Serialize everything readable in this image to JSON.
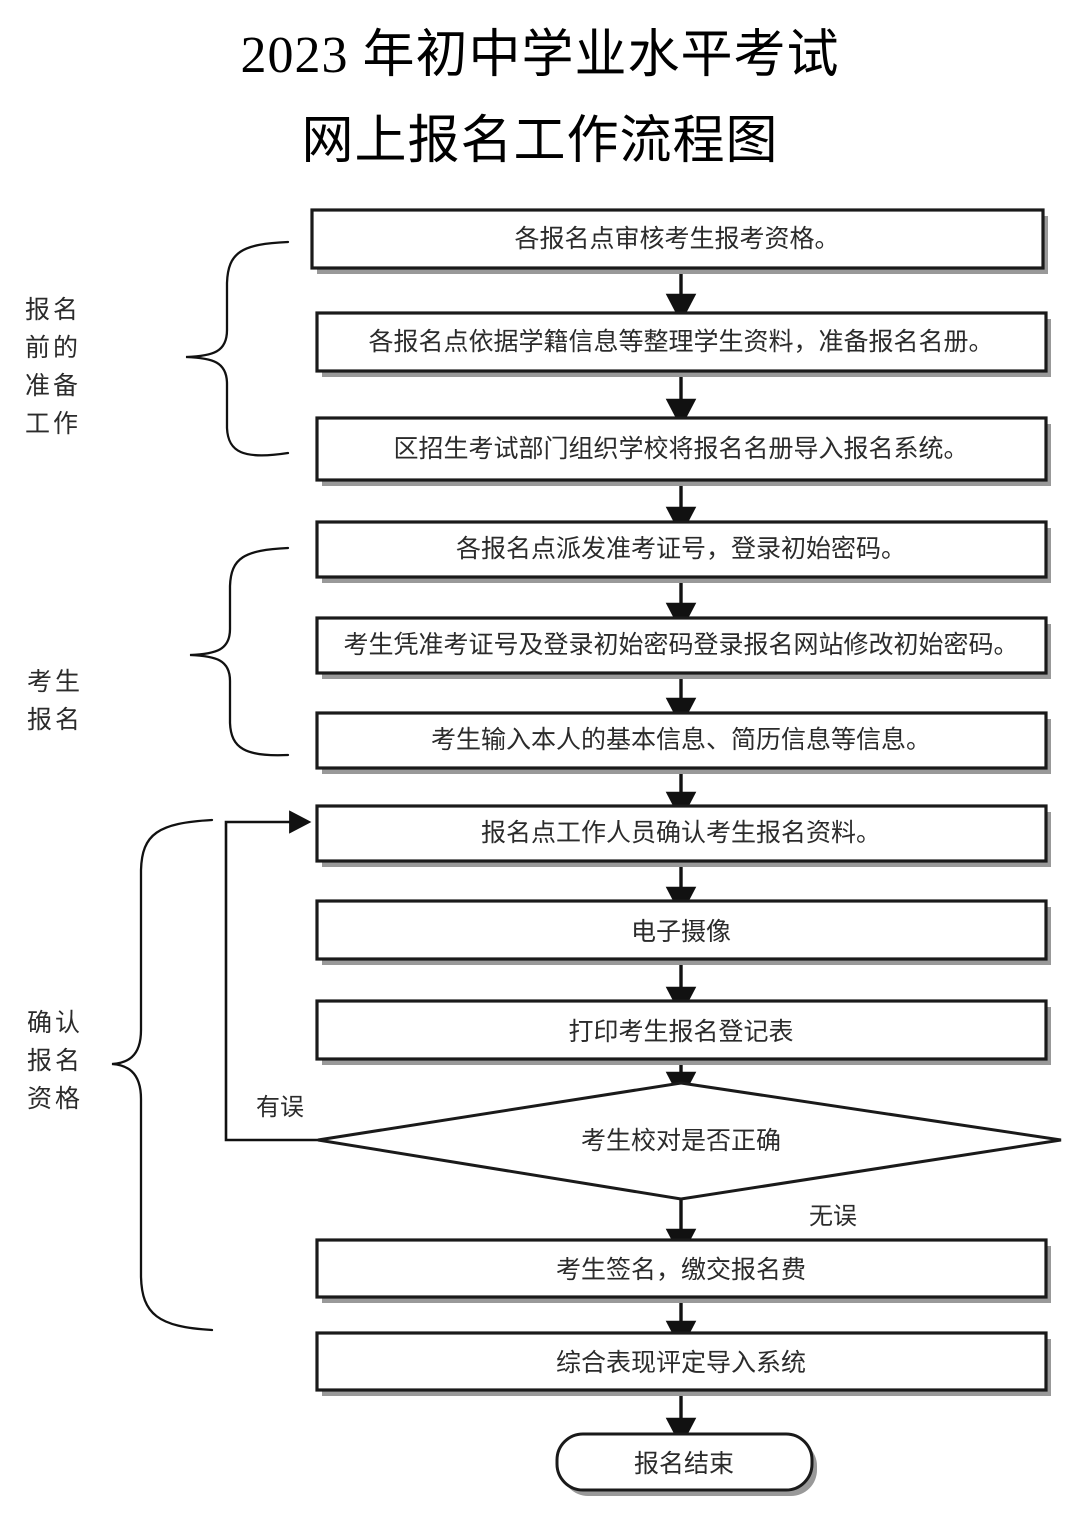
{
  "title": {
    "line1": "2023 年初中学业水平考试",
    "line2": "网上报名工作流程图"
  },
  "groups": [
    {
      "name": "pre-registration-preparation",
      "lines": [
        "报名",
        "前的",
        "准备",
        "工作"
      ]
    },
    {
      "name": "candidate-registration",
      "lines": [
        "考生",
        "报名"
      ]
    },
    {
      "name": "confirm-registration-qualification",
      "lines": [
        "确认",
        "报名",
        "资格"
      ]
    }
  ],
  "nodes": [
    {
      "id": "n1",
      "shape": "process",
      "text": "各报名点审核考生报考资格。"
    },
    {
      "id": "n2",
      "shape": "process",
      "text": "各报名点依据学籍信息等整理学生资料，准备报名名册。"
    },
    {
      "id": "n3",
      "shape": "process",
      "text": "区招生考试部门组织学校将报名名册导入报名系统。"
    },
    {
      "id": "n4",
      "shape": "process",
      "text": "各报名点派发准考证号，登录初始密码。"
    },
    {
      "id": "n5",
      "shape": "process",
      "text": "考生凭准考证号及登录初始密码登录报名网站修改初始密码。"
    },
    {
      "id": "n6",
      "shape": "process",
      "text": "考生输入本人的基本信息、简历信息等信息。"
    },
    {
      "id": "n7",
      "shape": "process",
      "text": "报名点工作人员确认考生报名资料。"
    },
    {
      "id": "n8",
      "shape": "process",
      "text": "电子摄像"
    },
    {
      "id": "n9",
      "shape": "process",
      "text": "打印考生报名登记表"
    },
    {
      "id": "n10",
      "shape": "decision",
      "text": "考生校对是否正确"
    },
    {
      "id": "n11",
      "shape": "process",
      "text": "考生签名，缴交报名费"
    },
    {
      "id": "n12",
      "shape": "process",
      "text": "综合表现评定导入系统"
    },
    {
      "id": "n13",
      "shape": "terminator",
      "text": "报名结束"
    }
  ],
  "edge_labels": {
    "error": "有误",
    "no_error": "无误"
  },
  "colors": {
    "stroke": "#111111",
    "text": "#2b2b2b",
    "background": "#ffffff",
    "shadow": "#999999"
  }
}
